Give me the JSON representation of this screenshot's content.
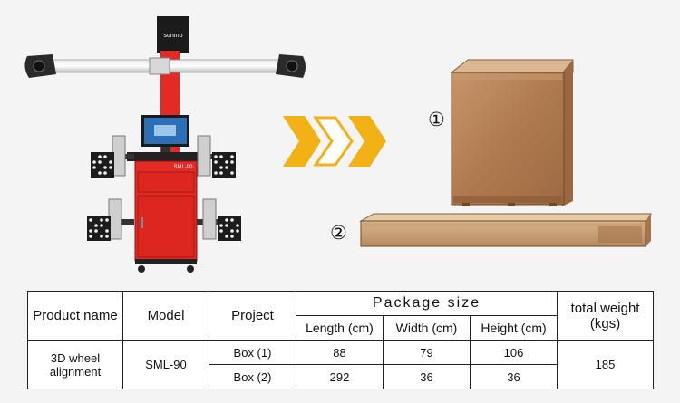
{
  "product_image": {
    "machine": "3D wheel alignment machine",
    "brand": "sunmo",
    "cabinet_label": "SML-90"
  },
  "packages": {
    "box1_marker": "①",
    "box2_marker": "②"
  },
  "colors": {
    "arrow": "#f2b115",
    "machine_red": "#e42a24",
    "crate_wood": "#b5835a"
  },
  "table": {
    "headers": {
      "product": "Product name",
      "model": "Model",
      "project": "Project",
      "package_size": "Package size",
      "total_weight": "total weight (kgs)",
      "length": "Length (cm)",
      "width": "Width (cm)",
      "height": "Height (cm)"
    },
    "product_name": "3D wheel alignment",
    "model": "SML-90",
    "total_weight": "185",
    "rows": [
      {
        "project": "Box (1)",
        "length": "88",
        "width": "79",
        "height": "106"
      },
      {
        "project": "Box (2)",
        "length": "292",
        "width": "36",
        "height": "36"
      }
    ]
  }
}
